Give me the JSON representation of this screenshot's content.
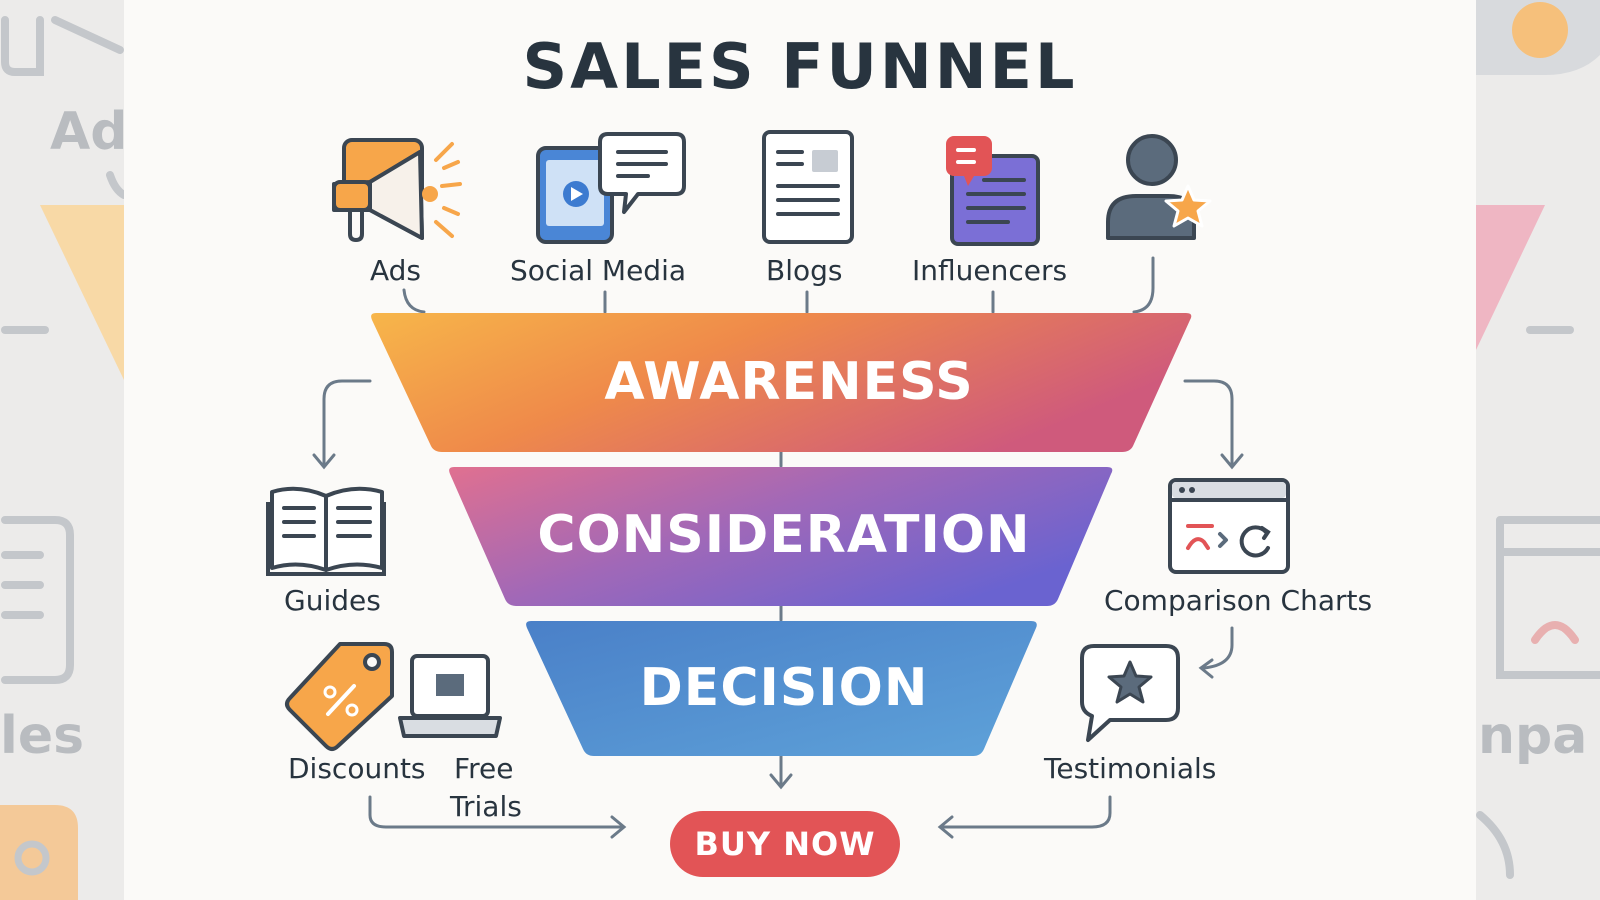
{
  "title": "SALES FUNNEL",
  "top_sources": [
    {
      "label": "Ads",
      "icon": "megaphone-icon"
    },
    {
      "label": "Social Media",
      "icon": "social-media-icon"
    },
    {
      "label": "Blogs",
      "icon": "blog-article-icon"
    },
    {
      "label": "Influencers",
      "icon": "influencer-profile-icon"
    },
    {
      "label": "",
      "icon": "user-star-icon"
    }
  ],
  "stages": [
    {
      "label": "AWARENESS"
    },
    {
      "label": "CONSIDERATION"
    },
    {
      "label": "DECISION"
    }
  ],
  "tactics": {
    "guides": "Guides",
    "comparison_charts": "Comparison Charts",
    "discounts": "Discounts",
    "free_trials_line1": "Free",
    "free_trials_line2": "Trials",
    "testimonials": "Testimonials"
  },
  "cta": {
    "label": "BUY NOW"
  },
  "background_fragments": {
    "left_top": "Ad",
    "left_bottom": "les",
    "right_bottom": "npa"
  },
  "colors": {
    "awareness_start": "#f7b64a",
    "awareness_end": "#cf5a7c",
    "consideration_start": "#e07090",
    "consideration_end": "#6a63d0",
    "decision_start": "#4d88cc",
    "decision_end": "#5b9bd6",
    "cta": "#e25456",
    "text_dark": "#28343f"
  }
}
